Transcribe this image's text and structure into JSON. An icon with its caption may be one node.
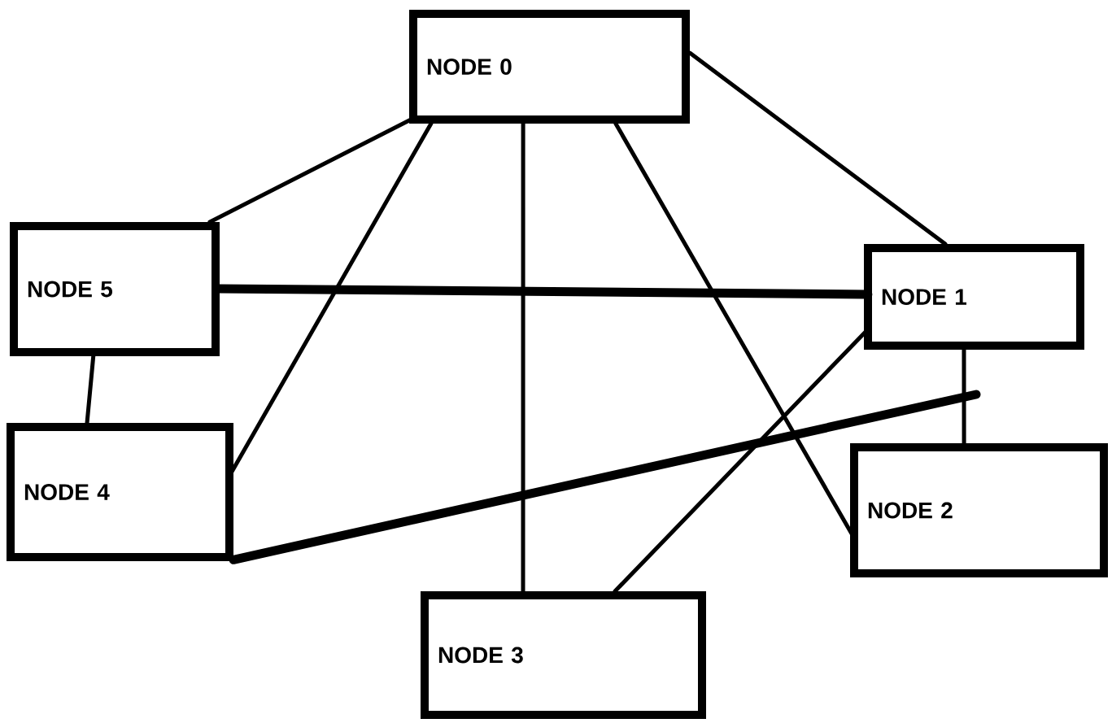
{
  "diagram": {
    "nodes": [
      {
        "text": [
          "NODE 0"
        ]
      },
      {
        "text": [
          "NODE 1"
        ]
      },
      {
        "text": [
          "NODE 2"
        ]
      },
      {
        "text": [
          "NODE 3"
        ]
      },
      {
        "text": [
          "NODE 4"
        ]
      },
      {
        "text": [
          "NODE 5"
        ]
      }
    ],
    "edges": [
      {
        "from": 0,
        "to": 5,
        "arrow": "none"
      },
      {
        "from": 0,
        "to": 4,
        "arrow": "none"
      },
      {
        "from": 0,
        "to": 3,
        "arrow": "none"
      },
      {
        "from": 0,
        "to": 2,
        "arrow": "none"
      },
      {
        "from": 0,
        "to": 1,
        "arrow": "none"
      },
      {
        "from": 5,
        "to": 1,
        "arrow": "none",
        "style": "thick"
      },
      {
        "from": 5,
        "to": 4,
        "arrow": "none"
      },
      {
        "from": 1,
        "to": 3,
        "arrow": "none"
      },
      {
        "from": 1,
        "to": 2,
        "arrow": "none"
      },
      {
        "from": 4,
        "to": null,
        "arrow": "none",
        "style": "thick"
      }
    ]
  }
}
